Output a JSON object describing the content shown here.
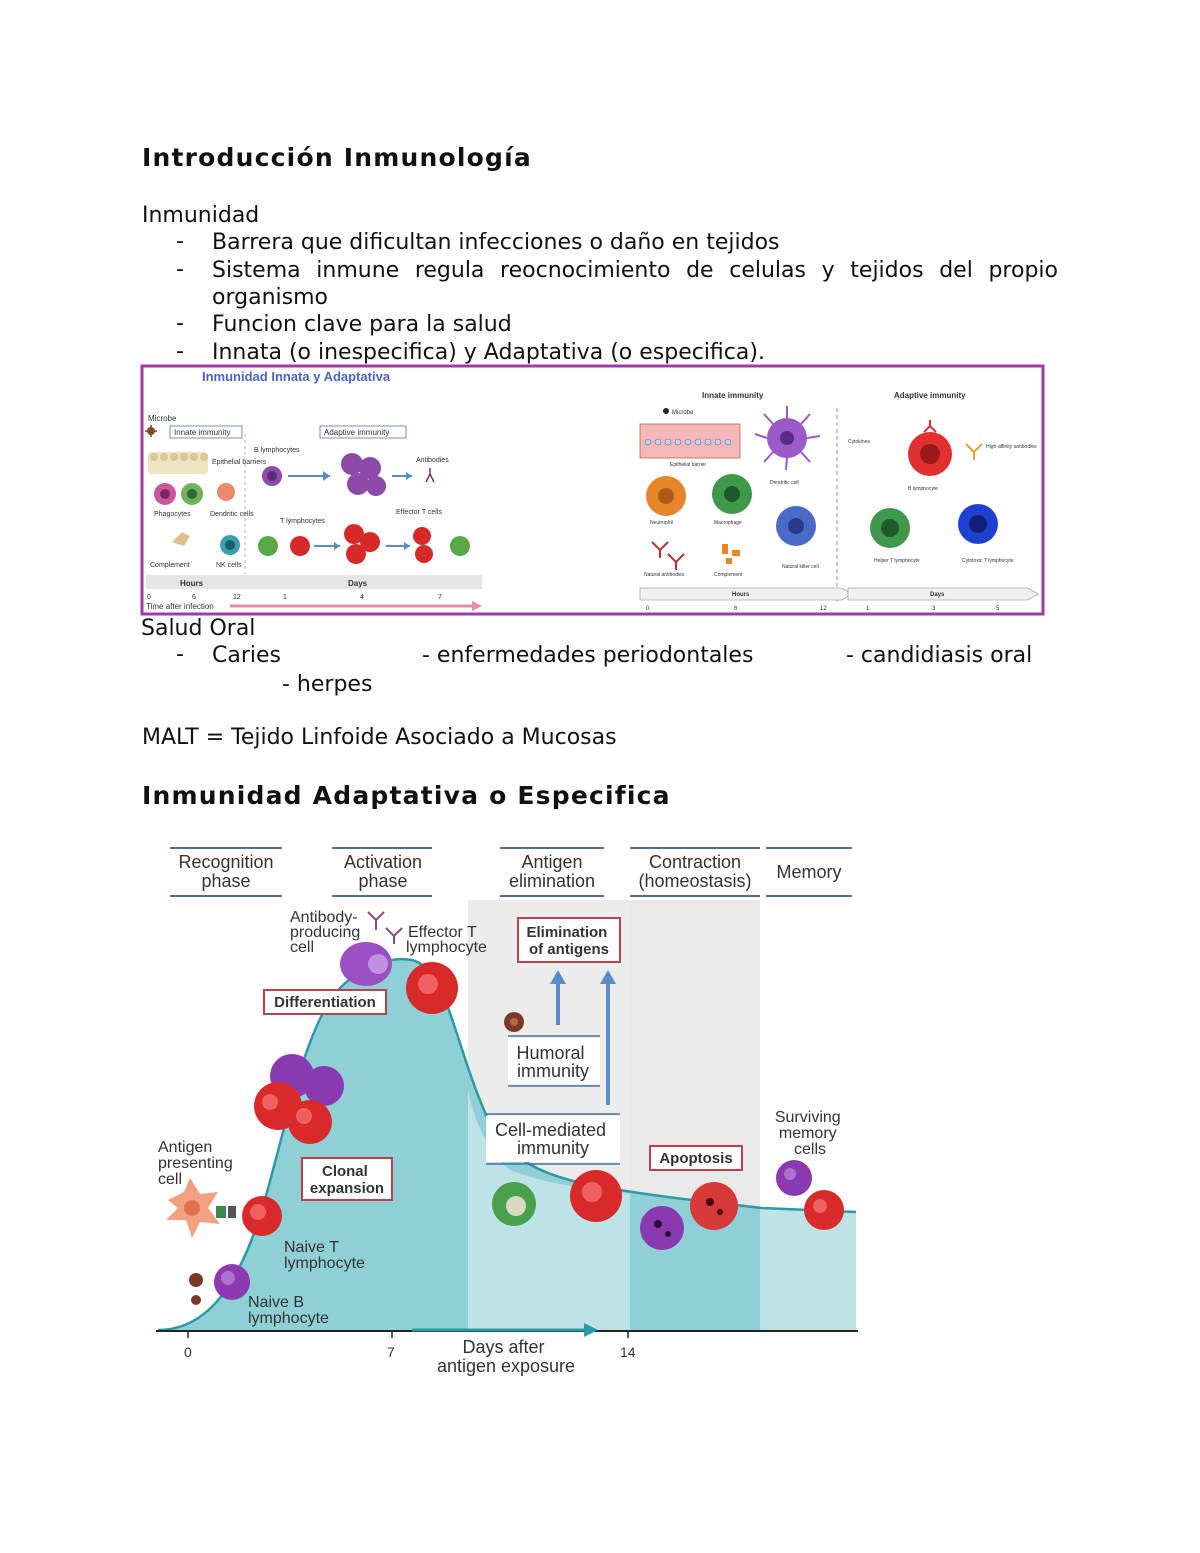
{
  "doc": {
    "title": "Introducción Inmunología",
    "sec1": {
      "heading": "Inmunidad",
      "items": [
        "Barrera que dificultan infecciones o daño en tejidos",
        "Sistema inmune regula reocnocimiento de celulas y tejidos del propio",
        "organismo",
        "Funcion clave para la salud",
        "Innata (o inespecifica) y Adaptativa (o especifica)."
      ]
    },
    "fig1": {
      "title": "Inmunidad Innata y Adaptativa",
      "left": {
        "microbe": "Microbe",
        "innate": "Innate immunity",
        "adaptive": "Adaptive immunity",
        "epithelial": "Epithelial barriers",
        "phagocytes": "Phagocytes",
        "dendritic": "Dendritic cells",
        "complement": "Complement",
        "nk": "NK cells",
        "blymph": "B lymphocytes",
        "antibodies": "Antibodies",
        "tlymph": "T lymphocytes",
        "effectorT": "Effector T cells",
        "hours": "Hours",
        "days": "Days",
        "time": "Time after infection",
        "ticks": [
          "0",
          "6",
          "12",
          "1",
          "4",
          "7"
        ]
      },
      "right": {
        "innate": "Innate immunity",
        "adaptive": "Adaptive immunity",
        "microbe": "Microbe",
        "epithelial": "Epithelial barrier",
        "dendritic": "Dendritic cell",
        "neutrophil": "Neutrophil",
        "macrophage": "Macrophage",
        "natural_ab": "Natural antibodies",
        "complement": "Complement",
        "nk": "Natural killer cell",
        "cytokines": "Cytokines",
        "highab": "High-affinity antibodies",
        "blymph": "B lymphocyte",
        "helper": "Helper T lymphocyte",
        "cytotoxic": "Cytotoxic T lymphocyte",
        "hours": "Hours",
        "days": "Days",
        "ticks": [
          "0",
          "6",
          "12",
          "1",
          "3",
          "5"
        ]
      }
    },
    "sec2": {
      "heading": "Salud Oral",
      "items": [
        "Caries",
        "- enfermedades periodontales",
        "- candidiasis oral",
        "- herpes"
      ]
    },
    "malt": "MALT = Tejido Linfoide Asociado a Mucosas",
    "title2": "Inmunidad Adaptativa o Especifica",
    "fig2": {
      "phases": [
        [
          "Recognition",
          "phase"
        ],
        [
          "Activation",
          "phase"
        ],
        [
          "Antigen",
          "elimination"
        ],
        [
          "Contraction",
          "(homeostasis)"
        ],
        [
          "Memory"
        ]
      ],
      "antibody_cell": [
        "Antibody-",
        "producing",
        "cell"
      ],
      "effector_t": [
        "Effector T",
        "lymphocyte"
      ],
      "differentiation": "Differentiation",
      "elimination": [
        "Elimination",
        "of antigens"
      ],
      "humoral": [
        "Humoral",
        "immunity"
      ],
      "cellmediated": [
        "Cell-mediated",
        "immunity"
      ],
      "clonal": [
        "Clonal",
        "expansion"
      ],
      "apc": [
        "Antigen",
        "presenting",
        "cell"
      ],
      "naive_t": [
        "Naive T",
        "lymphocyte"
      ],
      "naive_b": [
        "Naive B",
        "lymphocyte"
      ],
      "apoptosis": "Apoptosis",
      "surviving": [
        "Surviving",
        "memory",
        "cells"
      ],
      "xlabel": [
        "Days after",
        "antigen exposure"
      ],
      "ticks": [
        "0",
        "7",
        "14"
      ]
    }
  }
}
